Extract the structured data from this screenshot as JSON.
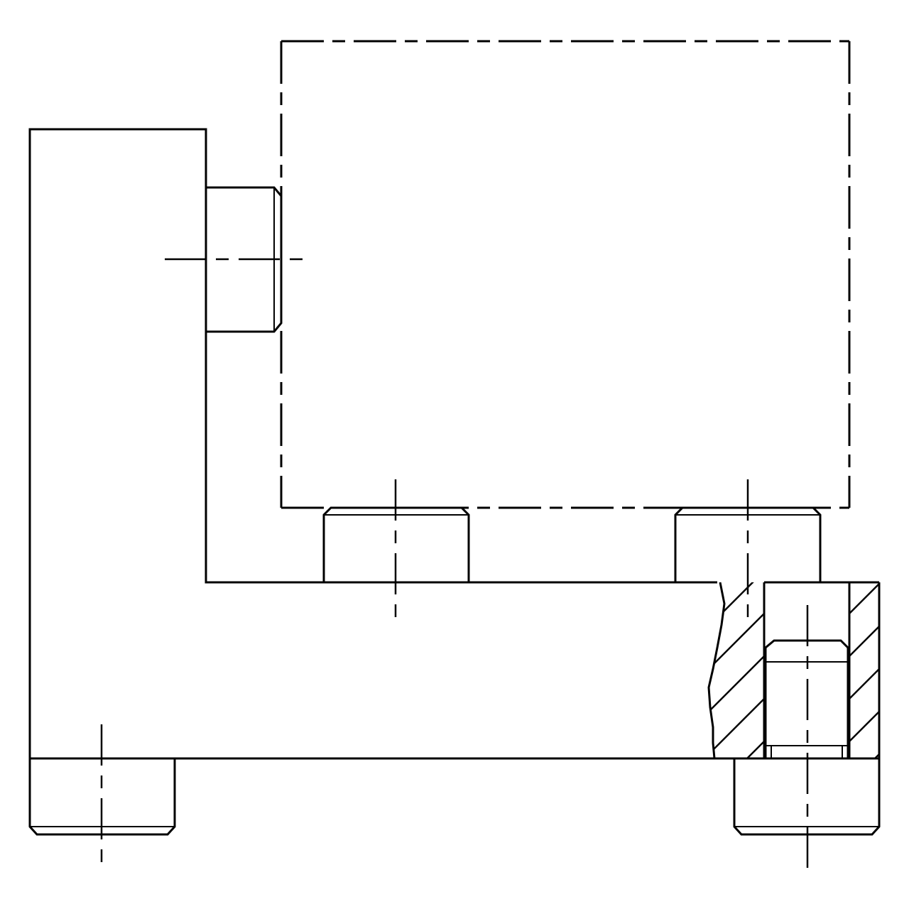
{
  "drawing": {
    "type": "technical-drawing",
    "line_color": "#000000",
    "background": "#ffffff",
    "views": [
      "front-view",
      "partial-section"
    ],
    "features": [
      "l-bracket-body",
      "phantom-mounted-block",
      "side-dowel-pin",
      "top-dowel-pin-left",
      "top-dowel-pin-right",
      "bottom-dowel-pin-left",
      "bottom-dowel-pin-right",
      "section-bore-with-pin",
      "center-lines"
    ]
  }
}
